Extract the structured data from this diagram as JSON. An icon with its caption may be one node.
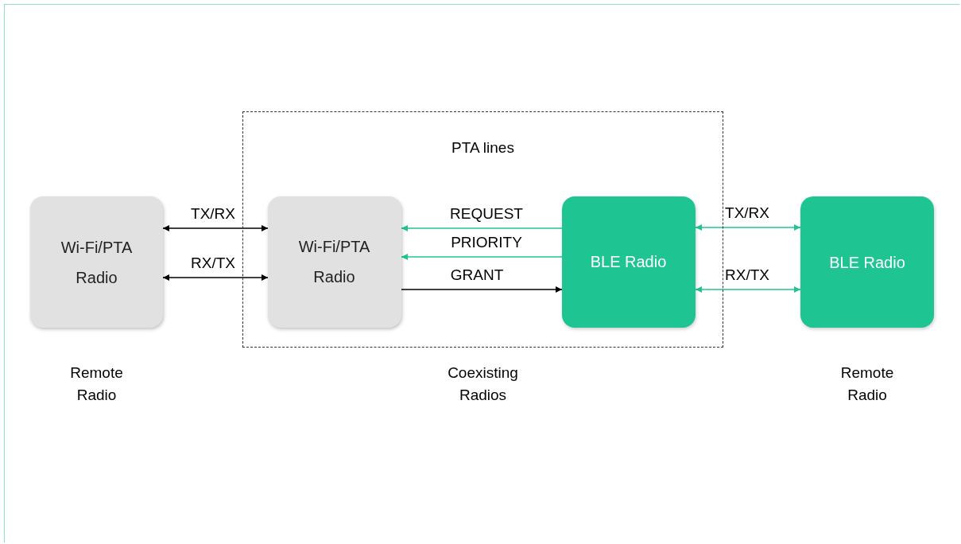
{
  "diagram": {
    "nodes": [
      {
        "text": [
          "Wi-Fi/PTA Radio"
        ],
        "beside": [
          "Remote Radio"
        ]
      },
      {
        "text": [
          "PTA lines"
        ],
        "beside": [
          "Coexisting Radios"
        ]
      },
      {
        "text": [
          "Wi-Fi/PTA Radio"
        ],
        "in": 1
      },
      {
        "text": [
          "BLE Radio"
        ],
        "in": 1
      },
      {
        "text": [
          "BLE Radio"
        ],
        "beside": [
          "Remote Radio"
        ]
      }
    ],
    "edges": [
      {
        "from": 0,
        "to": 2,
        "arrow": "both",
        "label": "TX/RX",
        "color": "#000000"
      },
      {
        "from": 0,
        "to": 2,
        "arrow": "both",
        "label": "RX/TX",
        "color": "#000000"
      },
      {
        "from": 3,
        "to": 2,
        "arrow": "to",
        "label": "REQUEST",
        "color": "#1fc493"
      },
      {
        "from": 3,
        "to": 2,
        "arrow": "to",
        "label": "PRIORITY",
        "color": "#1fc493"
      },
      {
        "from": 2,
        "to": 3,
        "arrow": "to",
        "label": "GRANT",
        "color": "#000000"
      },
      {
        "from": 3,
        "to": 4,
        "arrow": "both",
        "label": "TX/RX",
        "color": "#1fc493"
      },
      {
        "from": 3,
        "to": 4,
        "arrow": "both",
        "label": "RX/TX",
        "color": "#1fc493"
      }
    ]
  }
}
